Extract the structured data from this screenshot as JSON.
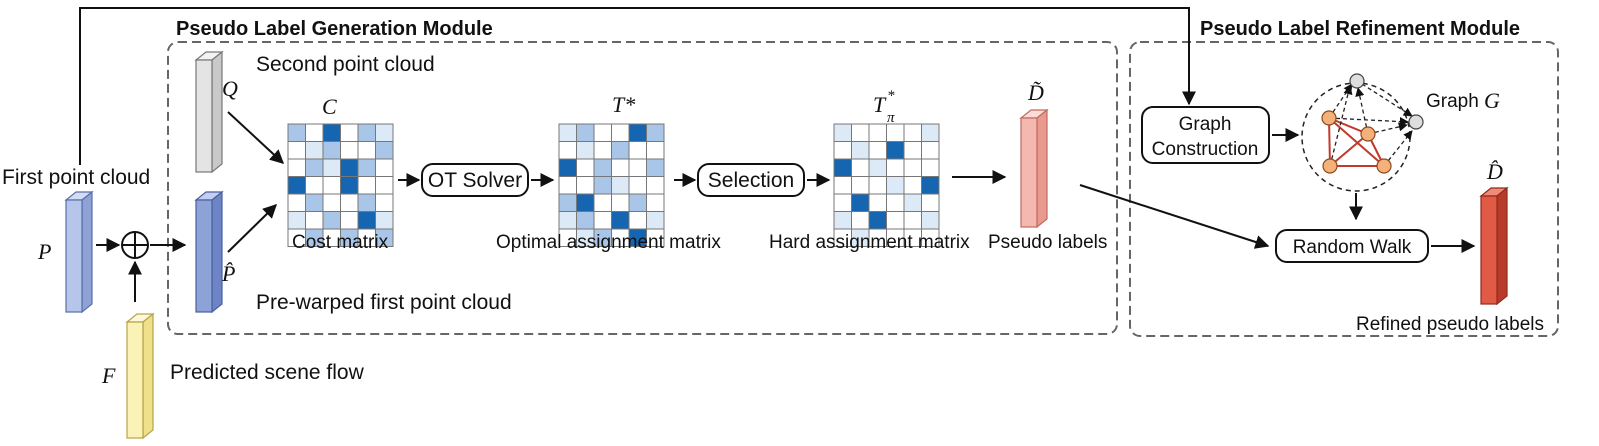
{
  "modules": {
    "generation": {
      "title": "Pseudo Label Generation Module"
    },
    "refinement": {
      "title": "Pseudo Label Refinement Module"
    }
  },
  "inputs": {
    "first_point_cloud": "First point cloud",
    "p_symbol": "P",
    "f_symbol": "F",
    "predicted_scene_flow": "Predicted scene flow",
    "q_symbol": "Q",
    "second_point_cloud": "Second point cloud",
    "phat_symbol": "P̂",
    "pre_warped": "Pre-warped first point cloud"
  },
  "stages": {
    "cost": {
      "symbol": "C",
      "label": "Cost matrix"
    },
    "ot_solver": "OT Solver",
    "optimal": {
      "symbol": "T*",
      "label": "Optimal assignment matrix"
    },
    "selection": "Selection",
    "hard": {
      "symbol": "T",
      "subscript": "π",
      "superscript": "*",
      "label": "Hard assignment matrix"
    },
    "pseudo": {
      "symbol": "D̃",
      "label": "Pseudo labels"
    }
  },
  "refine": {
    "graph_construction_line1": "Graph",
    "graph_construction_line2": "Construction",
    "graph_label": "Graph",
    "graph_symbol": "G",
    "random_walk": "Random Walk",
    "refined_symbol": "D̂",
    "refined_label": "Refined pseudo labels"
  },
  "colors": {
    "dark_blue": "#1565b0",
    "light_blue": "#a9c6e8",
    "pale_blue": "#dce9f6",
    "p_bar": "#b5c6ea",
    "phat_bar": "#8da3d8",
    "q_bar": "#e4e4e4",
    "f_bar": "#fbf2b8",
    "pseudo_bar": "#f4b8b0",
    "refined_bar": "#e05a45",
    "graph_edge": "#c0392b",
    "graph_node": "#f4b27a",
    "graph_node_grey": "#dedede"
  },
  "matrices": {
    "cost": [
      [
        1,
        0,
        2,
        0,
        1,
        0
      ],
      [
        0,
        0,
        1,
        0,
        0,
        1
      ],
      [
        0,
        1,
        0,
        2,
        1,
        0
      ],
      [
        2,
        0,
        0,
        2,
        0,
        0
      ],
      [
        0,
        1,
        0,
        0,
        1,
        0
      ],
      [
        0,
        0,
        1,
        0,
        2,
        0
      ],
      [
        0,
        1,
        0,
        1,
        0,
        1
      ]
    ],
    "optimal": [
      [
        0,
        1,
        0,
        0,
        2,
        1
      ],
      [
        0,
        0,
        0,
        1,
        0,
        0
      ],
      [
        2,
        0,
        1,
        0,
        0,
        1
      ],
      [
        0,
        0,
        1,
        0,
        0,
        0
      ],
      [
        1,
        2,
        0,
        0,
        1,
        0
      ],
      [
        0,
        1,
        0,
        2,
        0,
        0
      ],
      [
        0,
        0,
        1,
        0,
        2,
        0
      ]
    ],
    "hard": [
      [
        0,
        0,
        0,
        0,
        0,
        0
      ],
      [
        0,
        0,
        0,
        2,
        0,
        0
      ],
      [
        2,
        0,
        0,
        0,
        0,
        0
      ],
      [
        0,
        0,
        0,
        0,
        0,
        2
      ],
      [
        0,
        2,
        0,
        0,
        0,
        0
      ],
      [
        0,
        0,
        2,
        0,
        0,
        0
      ],
      [
        0,
        0,
        0,
        0,
        0,
        0
      ]
    ]
  }
}
